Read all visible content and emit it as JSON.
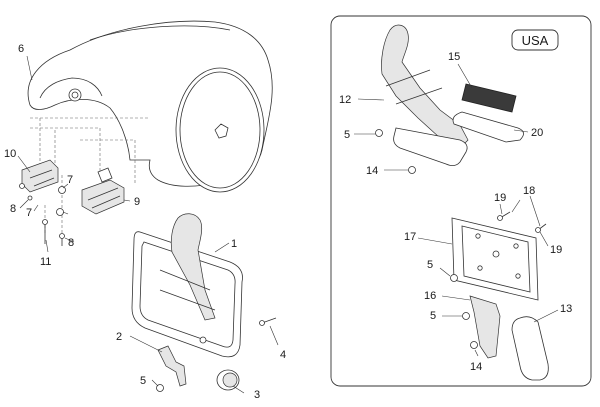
{
  "usa_label": "USA",
  "callouts": {
    "n1": "1",
    "n2": "2",
    "n3": "3",
    "n4": "4",
    "n5a": "5",
    "n6": "6",
    "n7a": "7",
    "n7b": "7",
    "n8a": "8",
    "n8b": "8",
    "n9": "9",
    "n10": "10",
    "n11": "11",
    "n12": "12",
    "n5b": "5",
    "n14a": "14",
    "n15": "15",
    "n20": "20",
    "n17": "17",
    "n18": "18",
    "n19a": "19",
    "n19b": "19",
    "n5c": "5",
    "n16": "16",
    "n5d": "5",
    "n13": "13",
    "n14b": "14"
  }
}
